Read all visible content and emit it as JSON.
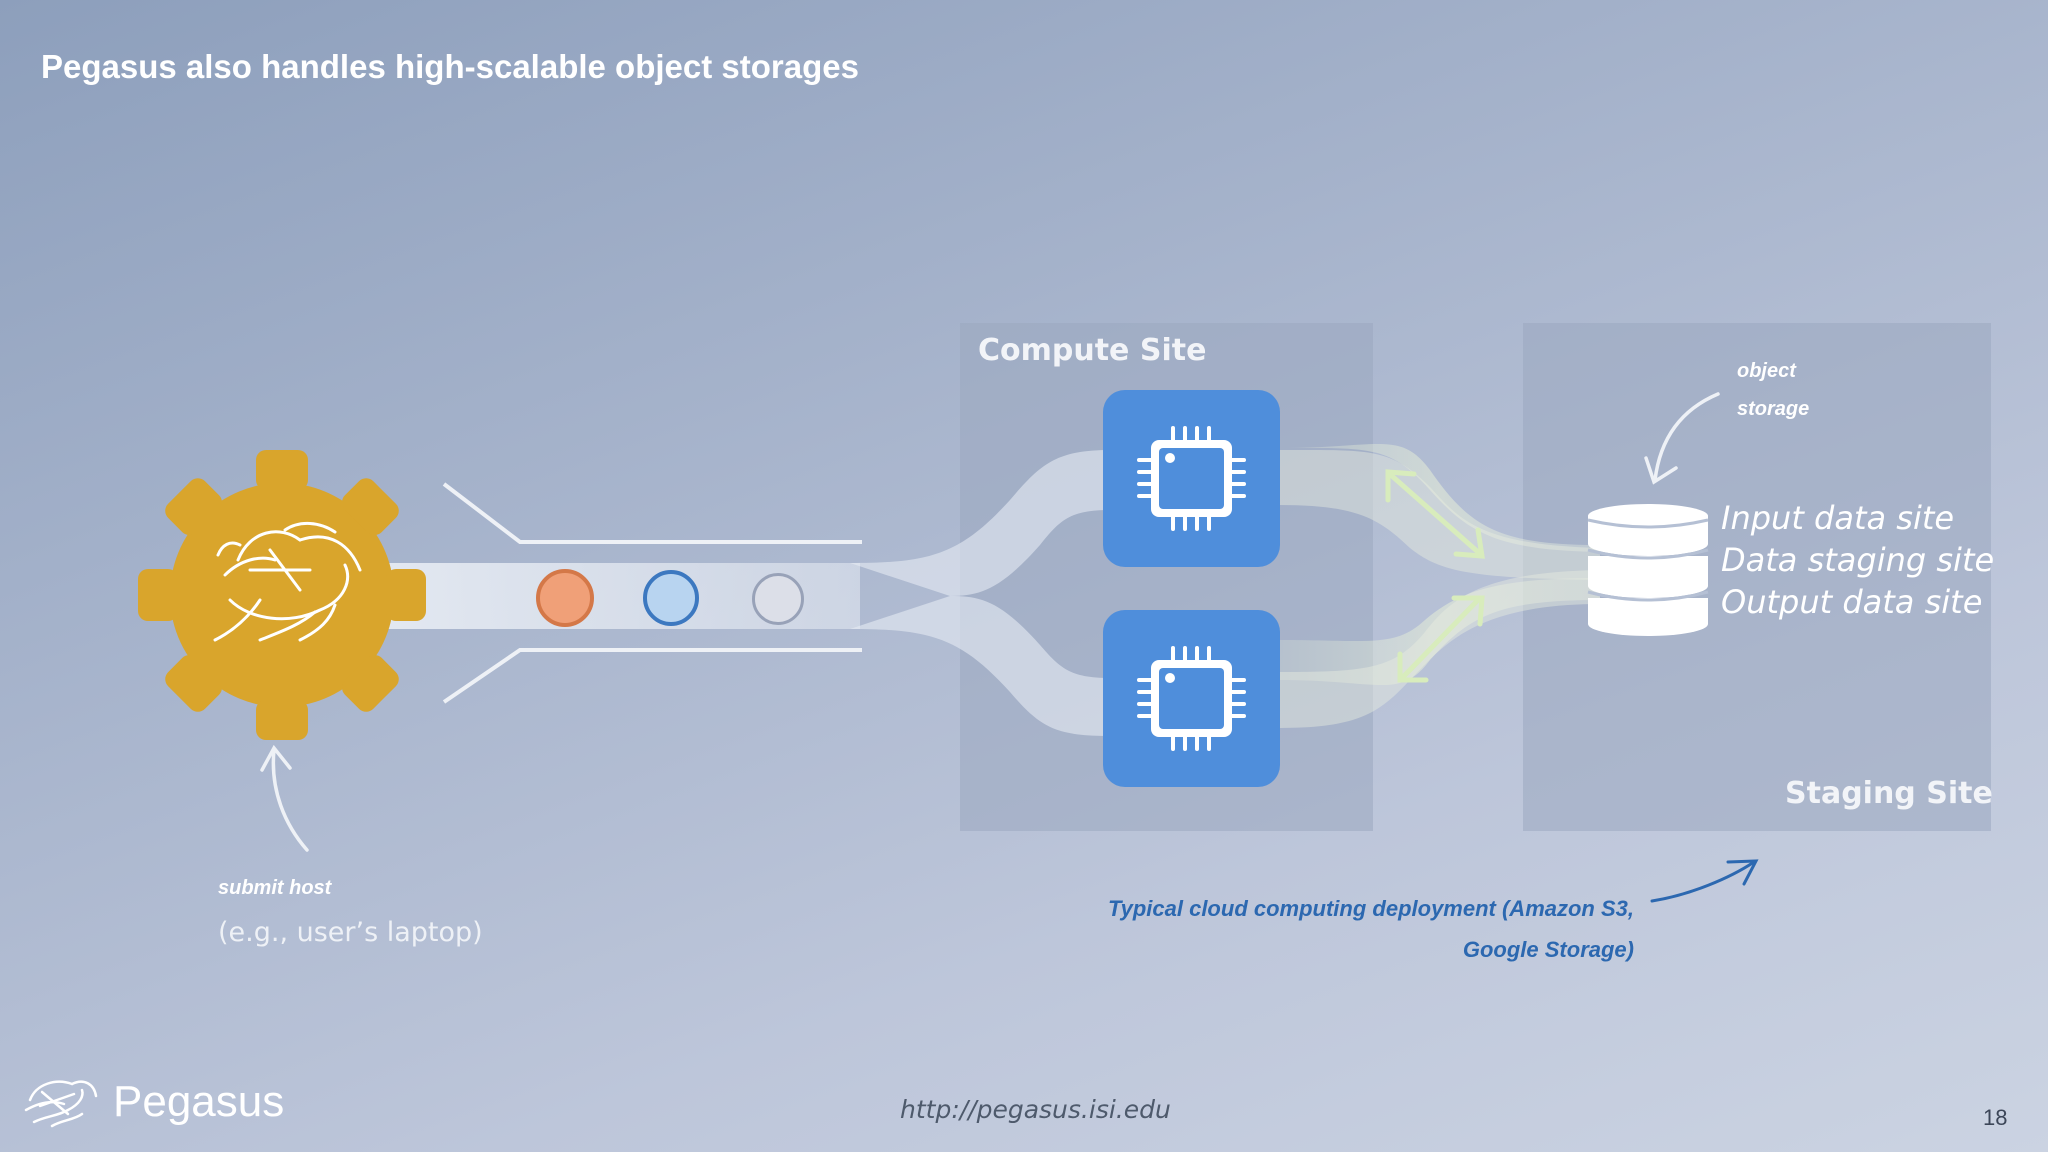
{
  "slide": {
    "title": "Pegasus also handles high-scalable object storages",
    "page_number": "18",
    "url": "http://pegasus.isi.edu",
    "brand_name": "Pegasus"
  },
  "submit_host": {
    "label": "submit host",
    "example": "(e.g., user’s laptop)",
    "gear_color": "#d9a52c"
  },
  "jobs": [
    {
      "color": "#f0a078",
      "ring": "#d47848"
    },
    {
      "color": "#b8d4f0",
      "ring": "#3c78c0"
    },
    {
      "color": "#dcdfe8",
      "ring": "#98a2b8"
    }
  ],
  "compute_site": {
    "title": "Compute Site",
    "cpus": [
      "cpu-chip-icon",
      "cpu-chip-icon"
    ],
    "cpu_color": "#4f8edb"
  },
  "staging_site": {
    "title": "Staging Site",
    "object_label": [
      "object",
      "storage"
    ],
    "storage_items": [
      "Input data site",
      "Data staging site",
      "Output data site"
    ]
  },
  "cloud_note": {
    "line1": "Typical cloud computing deployment (Amazon S3,",
    "line2": "Google Storage)",
    "color": "#2c68b0"
  }
}
